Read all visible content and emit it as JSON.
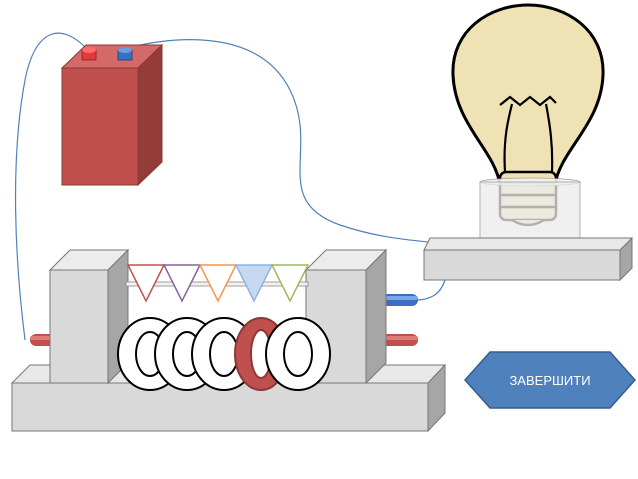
{
  "finish_button": {
    "label": "ЗАВЕРШИТИ",
    "color": "#4f81bd"
  },
  "colors": {
    "battery": "#c0504d",
    "battery_terminal_positive": "#e03c3c",
    "battery_terminal_negative": "#3a6fc4",
    "wire": "#4f81bd",
    "bulb_glass": "#efe3b5",
    "stand": "#d9d9d9",
    "active_ring": "#c0504d",
    "flag_colors": [
      "#c0504d",
      "#8064a2",
      "#f79646",
      "#8db3e2",
      "#9bbb59"
    ]
  },
  "rings": {
    "count": 5,
    "active_index": 3
  },
  "flags": {
    "count": 5,
    "highlighted_index": 3
  }
}
